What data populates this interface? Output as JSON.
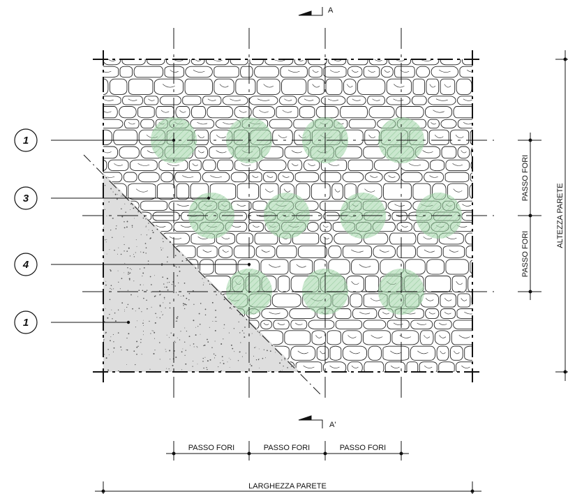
{
  "section_marks": {
    "top": "A",
    "bottom": "A'"
  },
  "callouts": [
    {
      "number": "1"
    },
    {
      "number": "3"
    },
    {
      "number": "4"
    },
    {
      "number": "1"
    }
  ],
  "dimensions": {
    "horizontal_step": [
      "PASSO FORI",
      "PASSO FORI",
      "PASSO FORI"
    ],
    "wall_width": "LARGHEZZA PARETE",
    "vertical_step": [
      "PASSO FORI",
      "PASSO FORI"
    ],
    "wall_height": "ALTEZZA PARETE"
  },
  "colors": {
    "stone_fill": "#ffffff",
    "stone_outline": "#222222",
    "injection_area": "#9fd3a6",
    "plaster": "#dcdcdc",
    "line": "#111111"
  }
}
